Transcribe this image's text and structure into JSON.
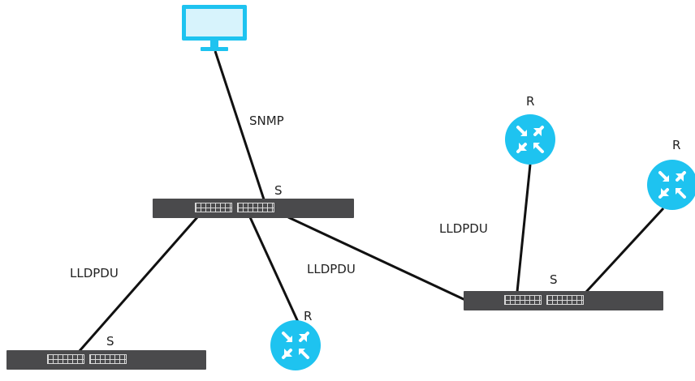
{
  "labels": {
    "snmp": "SNMP",
    "lldpdu": "LLDPDU",
    "switch": "S",
    "router": "R"
  },
  "colors": {
    "router_fill": "#1ec3f0",
    "switch_fill": "#4a4a4c",
    "monitor_frame": "#1ec3f0",
    "monitor_screen": "#d7f3fc",
    "link": "#111111"
  },
  "icons": {
    "monitor": "desktop-monitor-icon",
    "switch": "network-switch-icon",
    "router": "router-arrows-icon"
  }
}
